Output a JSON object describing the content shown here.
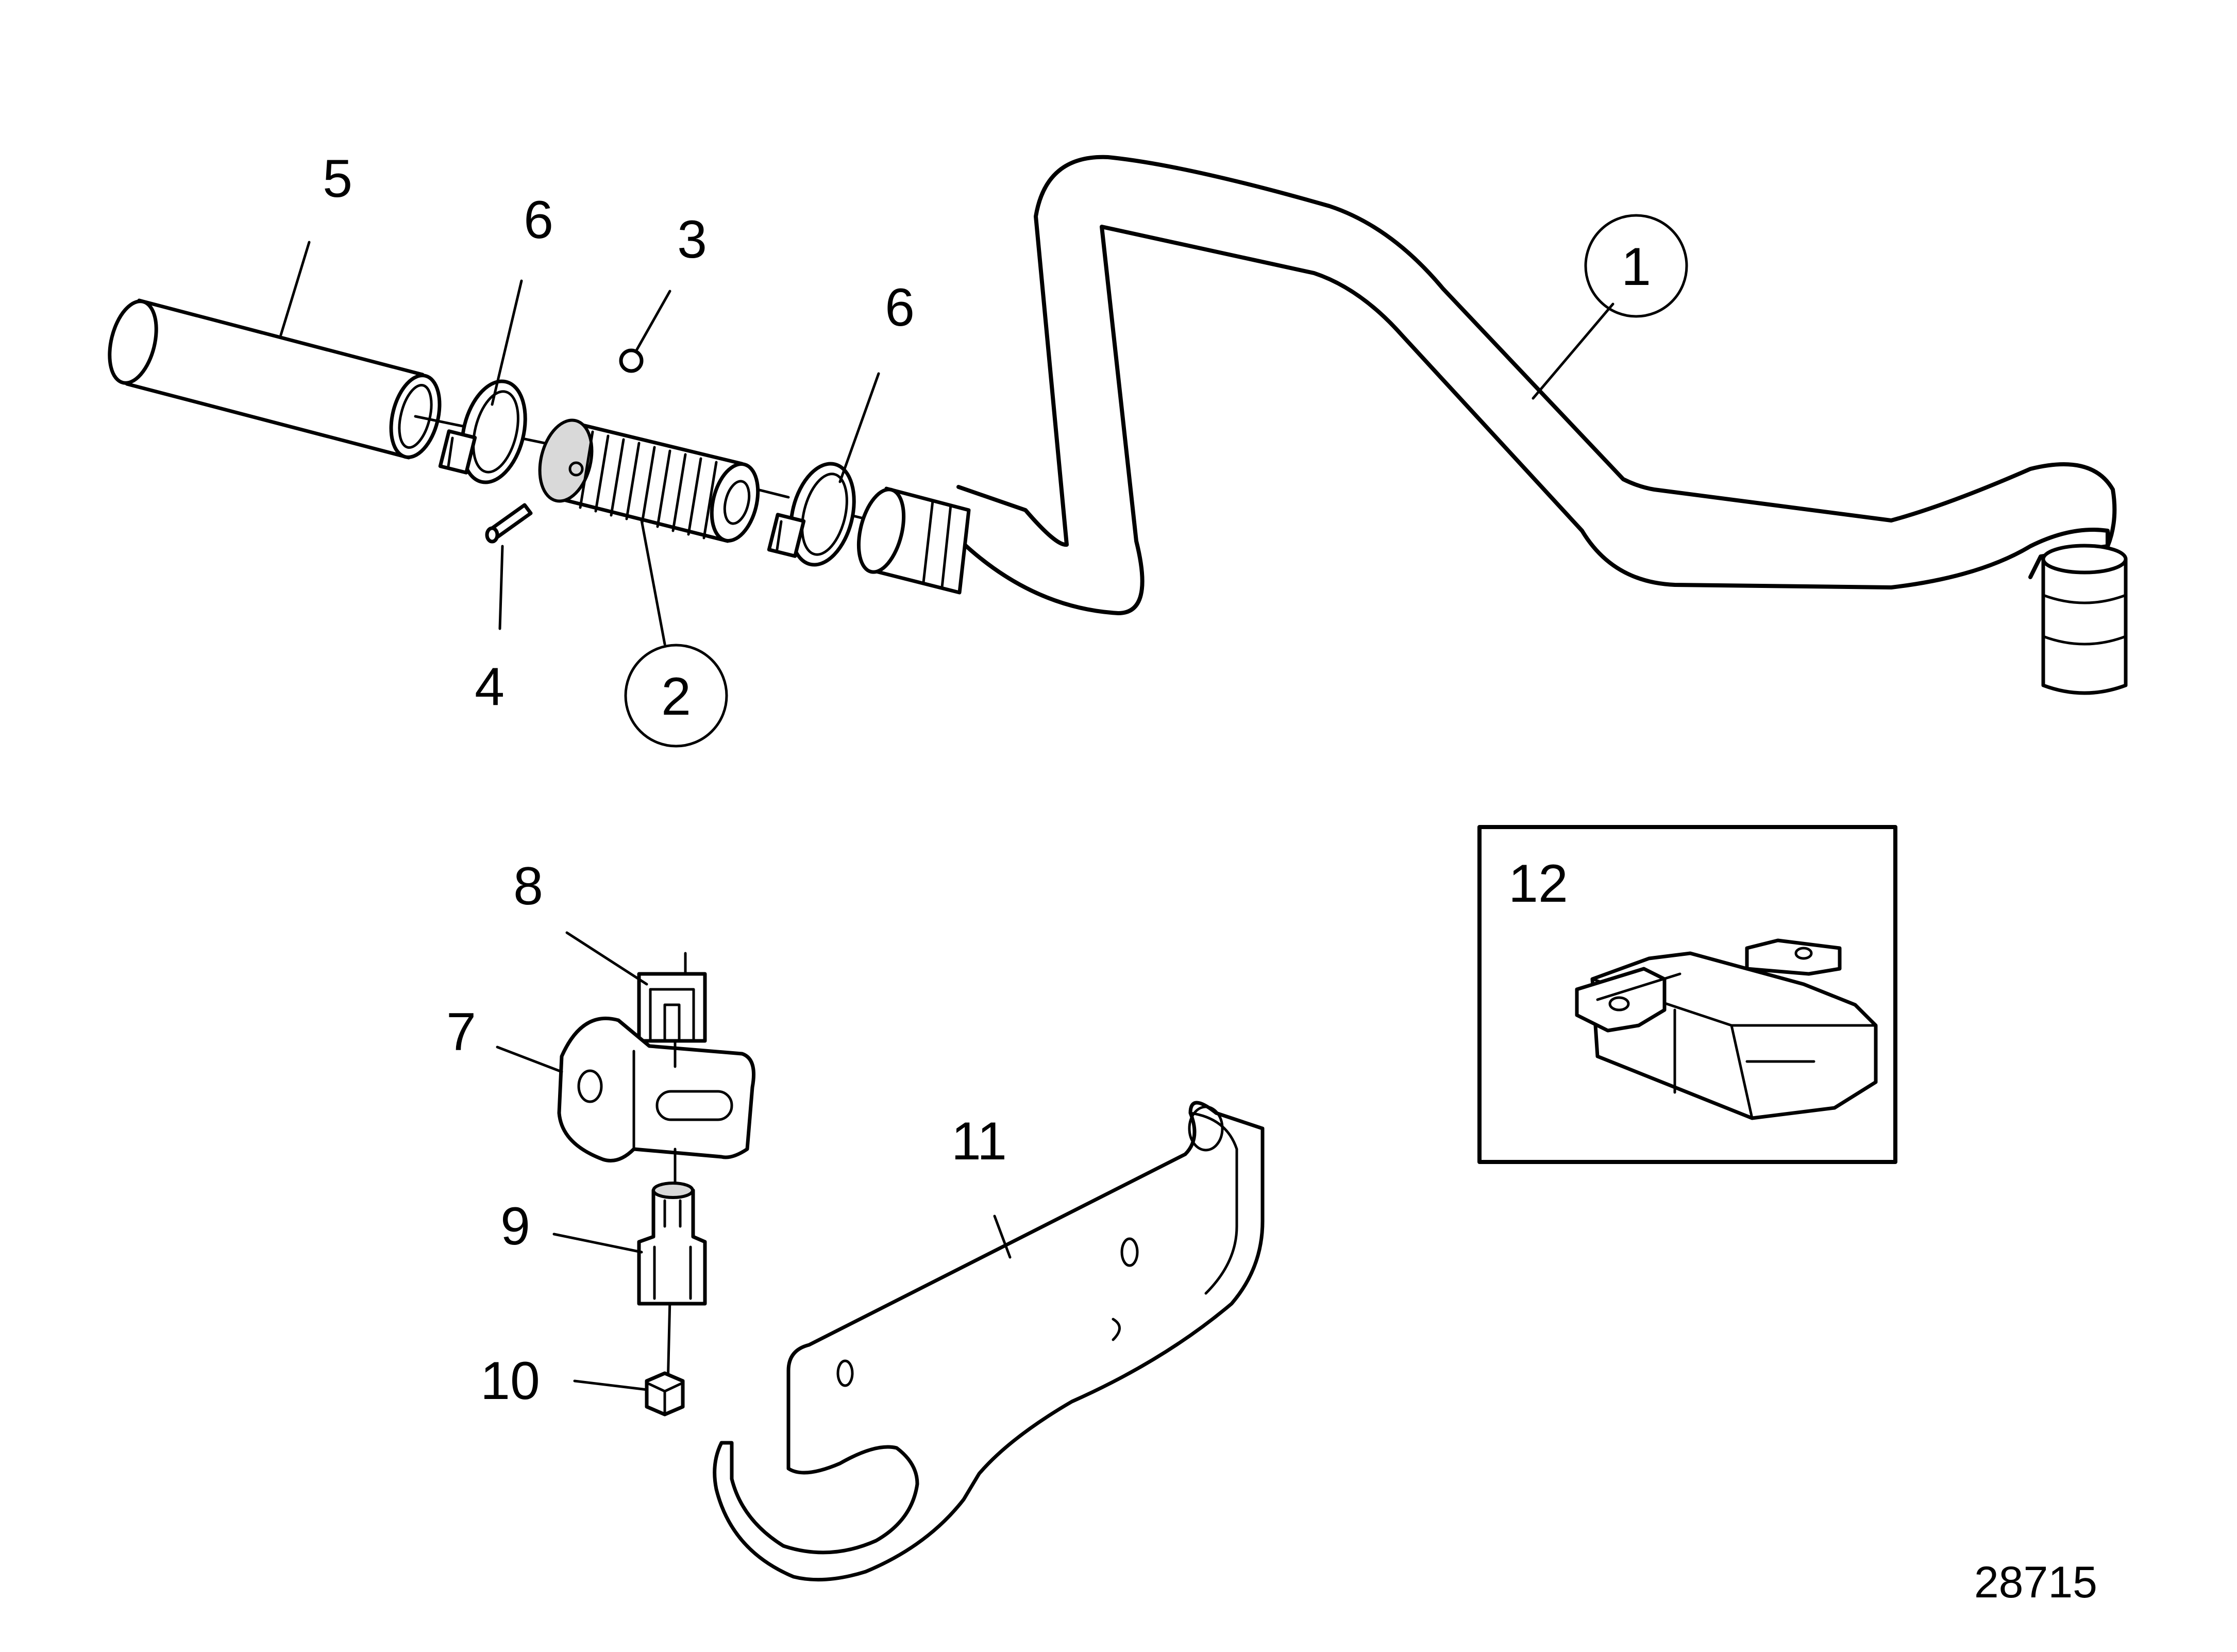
{
  "figure_number": "28715",
  "callouts": {
    "c1": "1",
    "c2": "2",
    "c3": "3",
    "c4": "4",
    "c5": "5",
    "c6a": "6",
    "c6b": "6",
    "c7": "7",
    "c8": "8",
    "c9": "9",
    "c10": "10",
    "c11": "11",
    "c12": "12"
  }
}
